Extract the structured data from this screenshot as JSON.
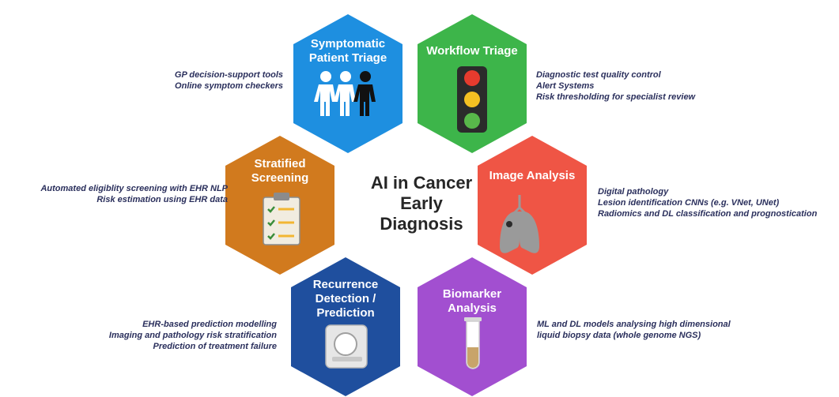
{
  "center_title": "AI in Cancer Early Diagnosis",
  "center_lines": [
    "AI in Cancer",
    "Early",
    "Diagnosis"
  ],
  "hexagons": [
    {
      "id": "symptomatic",
      "title_lines": [
        "Symptomatic",
        "Patient Triage"
      ],
      "color": "#1e8fe0",
      "icon": "people-icon",
      "notes": [
        "GP decision-support tools",
        "Online symptom checkers"
      ]
    },
    {
      "id": "workflow",
      "title_lines": [
        "Workflow Triage"
      ],
      "color": "#3db54a",
      "icon": "traffic-light-icon",
      "notes": [
        "Diagnostic test quality control",
        "Alert Systems",
        "Risk thresholding for specialist review"
      ]
    },
    {
      "id": "stratified",
      "title_lines": [
        "Stratified",
        "Screening"
      ],
      "color": "#d17a1e",
      "icon": "clipboard-checklist-icon",
      "notes": [
        "Automated eligiblity screening with EHR NLP",
        "Risk estimation using EHR data"
      ]
    },
    {
      "id": "image",
      "title_lines": [
        "Image Analysis"
      ],
      "color": "#ef5545",
      "icon": "lungs-icon",
      "notes": [
        "Digital pathology",
        "Lesion identification CNNs (e.g. VNet, UNet)",
        "Radiomics and DL classification and prognostication"
      ]
    },
    {
      "id": "recurrence",
      "title_lines": [
        "Recurrence",
        "Detection /",
        "Prediction"
      ],
      "color": "#1f4f9e",
      "icon": "ct-scanner-icon",
      "notes": [
        "EHR-based prediction modelling",
        "Imaging and pathology risk stratification",
        "Prediction of treatment failure"
      ]
    },
    {
      "id": "biomarker",
      "title_lines": [
        "Biomarker",
        "Analysis"
      ],
      "color": "#a24fd0",
      "icon": "test-tube-icon",
      "notes": [
        "ML and DL models analysing high dimensional",
        "liquid biopsy data (whole genome NGS)"
      ]
    }
  ],
  "colors": {
    "text_dark": "#262626",
    "note_text": "#2a2f5c",
    "traffic_red": "#e63b2e",
    "traffic_yellow": "#f5c022",
    "traffic_green": "#58b84a"
  }
}
